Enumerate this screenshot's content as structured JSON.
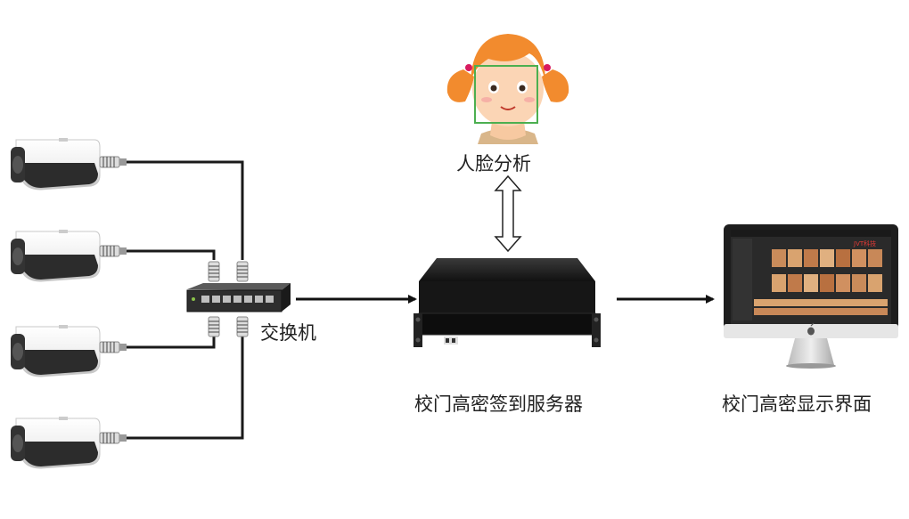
{
  "labels": {
    "face_analysis": "人脸分析",
    "switch": "交换机",
    "server": "校门高密签到服务器",
    "display": "校门高密显示界面"
  },
  "screen": {
    "brand": "JVT",
    "brand_suffix": "科技"
  },
  "colors": {
    "cable": "#1a1a1a",
    "face_box": "#4caf50",
    "brand_accent": "#e53935",
    "screen_bg": "#2a2a2a"
  },
  "icons": [
    "camera-icon",
    "switch-icon",
    "server-icon",
    "monitor-icon",
    "girl-face-icon",
    "double-arrow-icon",
    "apple-logo-icon"
  ]
}
